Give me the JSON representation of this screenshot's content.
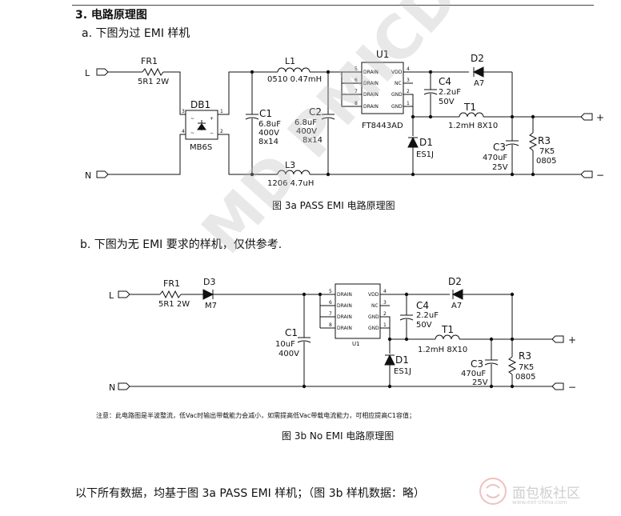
{
  "document": {
    "section_title": "3. 电路原理图",
    "subtitle_a": "a. 下图为过 EMI 样机",
    "subtitle_b": "b.  下图为无 EMI 要求的样机，仅供参考.",
    "caption_a": "图 3a PASS EMI 电路原理图",
    "caption_b": "图 3b No EMI 电路原理图",
    "note": "注意：此电路图是半波整流，低Vac时输出带载能力会减小，如需提高低Vac带载电流能力，可相应提高C1容值；",
    "footer": "以下所有数据，均基于图 3a PASS EMI 样机；（图 3b 样机数据：略）"
  },
  "circuit_a": {
    "l_terminal": "L",
    "n_terminal": "N",
    "fr1": {
      "ref": "FR1",
      "value": "5R1 2W"
    },
    "db1": {
      "ref": "DB1",
      "part": "MB6S",
      "pins": [
        "1",
        "2",
        "3",
        "4"
      ]
    },
    "l1": {
      "ref": "L1",
      "value": "0510  0.47mH"
    },
    "l3": {
      "ref": "L3",
      "value": "1206  4.7uH"
    },
    "c1": {
      "ref": "C1",
      "value_lines": [
        "6.8uF",
        "400V",
        "8x14"
      ]
    },
    "c2": {
      "ref": "C2",
      "value_lines": [
        "6.8uF",
        "400V",
        "8x14"
      ]
    },
    "u1": {
      "ref": "U1",
      "part": "FT8443AD",
      "left_pins": [
        {
          "num": "5",
          "name": "DRAIN"
        },
        {
          "num": "6",
          "name": "DRAIN"
        },
        {
          "num": "7",
          "name": "DRAIN"
        },
        {
          "num": "8",
          "name": "DRAIN"
        }
      ],
      "right_pins": [
        {
          "num": "4",
          "name": "VDD"
        },
        {
          "num": "3",
          "name": "NC"
        },
        {
          "num": "2",
          "name": "GND"
        },
        {
          "num": "1",
          "name": "GND"
        }
      ]
    },
    "c4": {
      "ref": "C4",
      "value_lines": [
        "2.2uF",
        "50V"
      ]
    },
    "d2": {
      "ref": "D2",
      "part": "A7"
    },
    "d1": {
      "ref": "D1",
      "part": "ES1J"
    },
    "t1": {
      "ref": "T1",
      "value": "1.2mH  8X10"
    },
    "c3": {
      "ref": "C3",
      "value_lines": [
        "470uF",
        "25V"
      ]
    },
    "r3": {
      "ref": "R3",
      "value_lines": [
        "7K5",
        "0805"
      ]
    },
    "out_pos": "+",
    "out_neg": "−"
  },
  "circuit_b": {
    "l_terminal": "L",
    "n_terminal": "N",
    "fr1": {
      "ref": "FR1",
      "value": "5R1 2W"
    },
    "d3": {
      "ref": "D3",
      "part": "M7"
    },
    "c1": {
      "ref": "C1",
      "value_lines": [
        "10uF",
        "400V"
      ]
    },
    "u1": {
      "ref": "U1",
      "left_pins": [
        {
          "num": "5",
          "name": "DRAIN"
        },
        {
          "num": "6",
          "name": "DRAIN"
        },
        {
          "num": "7",
          "name": "DRAIN"
        },
        {
          "num": "8",
          "name": "DRAIN"
        }
      ],
      "right_pins": [
        {
          "num": "4",
          "name": "VDD"
        },
        {
          "num": "3",
          "name": "NC"
        },
        {
          "num": "2",
          "name": "GND"
        },
        {
          "num": "1",
          "name": "GND"
        }
      ]
    },
    "c4": {
      "ref": "C4",
      "value_lines": [
        "2.2uF",
        "50V"
      ]
    },
    "d2": {
      "ref": "D2",
      "part": "A7"
    },
    "d1": {
      "ref": "D1",
      "part": "ES1J"
    },
    "t1": {
      "ref": "T1",
      "value": "1.2mH  8X10"
    },
    "c3": {
      "ref": "C3",
      "value_lines": [
        "470uF",
        "25V"
      ]
    },
    "r3": {
      "ref": "R3",
      "value_lines": [
        "7K5",
        "0805"
      ]
    },
    "out_pos": "+",
    "out_neg": "−"
  },
  "watermark": "MD PMICDEMO",
  "badge": {
    "text": "面包板社区",
    "sub": "www.eet-china.com"
  }
}
